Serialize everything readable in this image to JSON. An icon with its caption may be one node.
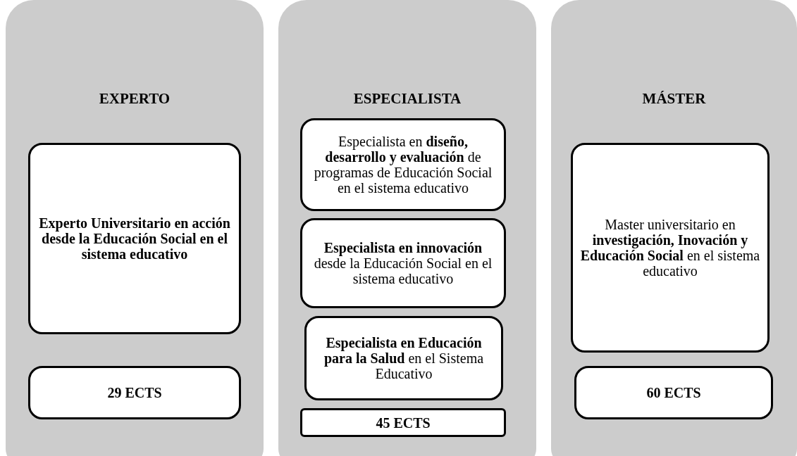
{
  "diagram": {
    "nodes": [
      {
        "text": [
          "EXPERTO"
        ]
      },
      {
        "text": [
          "Experto Universitario en acción desde la Educación Social en el sistema educativo"
        ],
        "in": 0
      },
      {
        "text": [
          "29 ECTS"
        ],
        "in": 0
      },
      {
        "text": [
          "ESPECIALISTA"
        ]
      },
      {
        "text": [
          "Especialista en **diseño, desarrollo y evaluación** de programas de Educación Social en el sistema educativo"
        ],
        "in": 3
      },
      {
        "text": [
          "**Especialista en innovación** desde la Educación Social en el sistema educativo"
        ],
        "in": 3
      },
      {
        "text": [
          "**Especialista en Educación para la Salud** en el Sistema Educativo"
        ],
        "in": 3
      },
      {
        "text": [
          "45 ECTS"
        ],
        "in": 3
      },
      {
        "text": [
          "MÁSTER"
        ]
      },
      {
        "text": [
          "Master universitario en **investigación, Inovación y Educación Social** en el sistema educativo"
        ],
        "in": 8
      },
      {
        "text": [
          "60 ECTS"
        ],
        "in": 8
      }
    ],
    "edges": []
  }
}
